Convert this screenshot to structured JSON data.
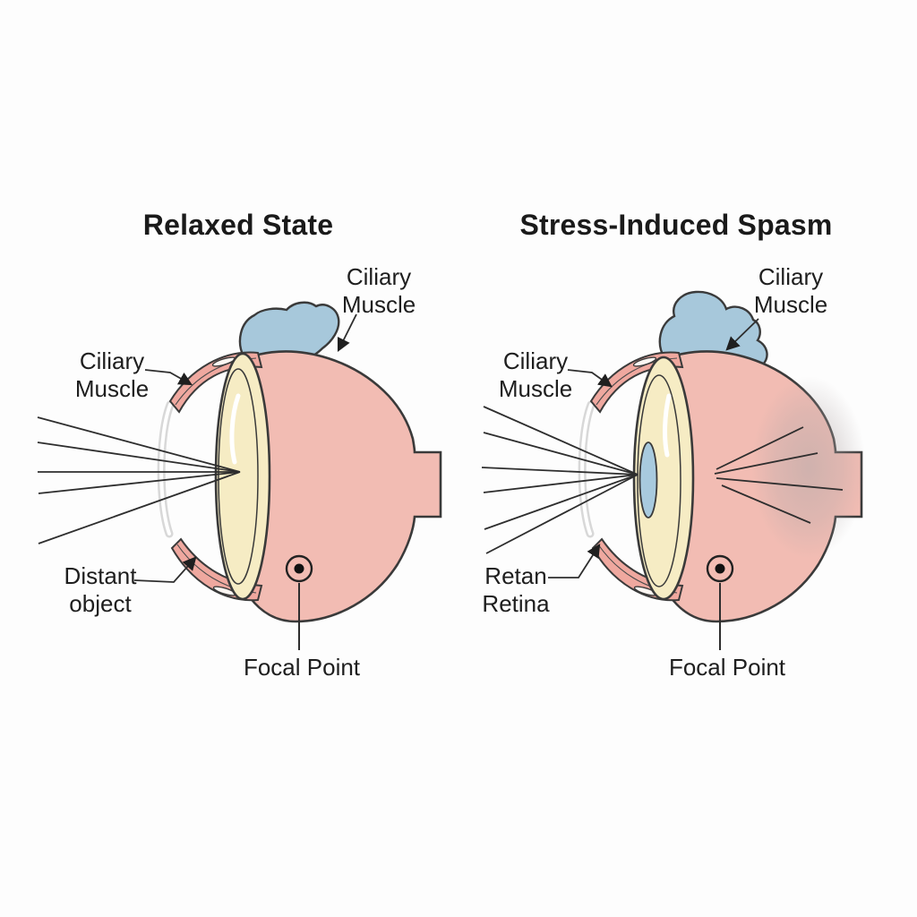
{
  "figure": {
    "type": "anatomical-diagram",
    "subject": "Eye accommodation comparison: relaxed focusing vs stress-induced ciliary spasm"
  },
  "left_panel": {
    "title": "Relaxed State",
    "labels": {
      "ciliary_top": {
        "line1": "Ciliary",
        "line2": "Muscle"
      },
      "ciliary_side": {
        "line1": "Ciliary",
        "line2": "Muscle"
      },
      "distant_object": {
        "line1": "Distant",
        "line2": "object"
      },
      "focal_point": "Focal Point"
    }
  },
  "right_panel": {
    "title": "Stress-Induced Spasm",
    "labels": {
      "ciliary_top": {
        "line1": "Ciliary",
        "line2": "Muscle"
      },
      "ciliary_side": {
        "line1": "Ciliary",
        "line2": "Muscle"
      },
      "retina": {
        "line1": "Retan",
        "line2": "Retina"
      },
      "focal_point": "Focal Point"
    }
  },
  "colors": {
    "background": "#fdfdfd",
    "outline": "#3a3a3a",
    "text": "#1e1e1e",
    "sclera_pink": "#f2bcb3",
    "ciliary_band_pink": "#efa89f",
    "ciliary_muscle_blue": "#a7c8db",
    "lens_cream": "#f6ecc4",
    "pupil_blue": "#a8cade",
    "cornea_gray": "#d8d8d8",
    "shadow_gray": "#b3a9a9"
  }
}
